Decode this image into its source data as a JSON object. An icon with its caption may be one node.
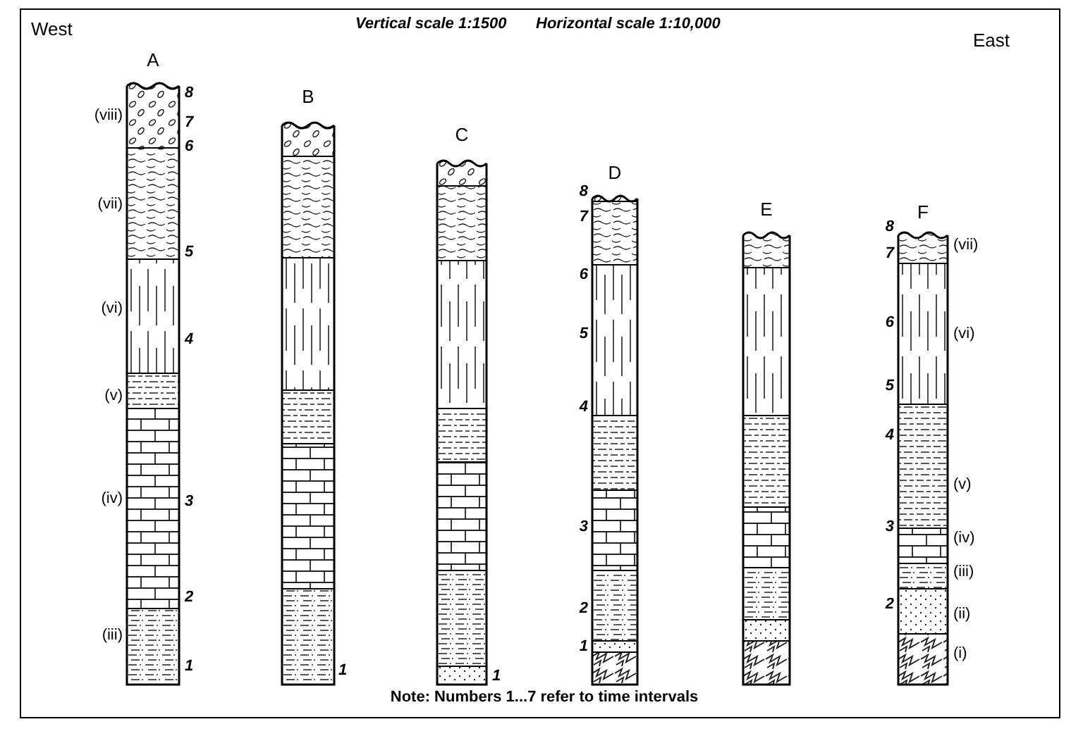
{
  "diagram": {
    "nodes": [
      {
        "text": [
          "A"
        ],
        "beside": [
          "(viii)",
          "(vii)",
          "(vi)",
          "(v)",
          "(iv)",
          "(iii)",
          "8",
          "7",
          "6",
          "5",
          "4",
          "3",
          "2",
          "1"
        ]
      },
      {
        "text": [
          "B"
        ],
        "beside": [
          "1"
        ]
      },
      {
        "text": [
          "C"
        ],
        "beside": [
          "1"
        ]
      },
      {
        "text": [
          "D"
        ],
        "beside": [
          "8",
          "7",
          "6",
          "5",
          "4",
          "3",
          "2",
          "1"
        ]
      },
      {
        "text": [
          "E"
        ]
      },
      {
        "text": [
          "F"
        ],
        "beside": [
          "8",
          "7",
          "6",
          "5",
          "4",
          "3",
          "2",
          "(vii)",
          "(vi)",
          "(v)",
          "(iv)",
          "(iii)",
          "(ii)",
          "(i)"
        ]
      }
    ],
    "labels": [
      "West",
      "Vertical scale 1:1500",
      "Horizontal scale 1:10,000",
      "East",
      "Note: Numbers 1...7 refer to time intervals"
    ]
  }
}
